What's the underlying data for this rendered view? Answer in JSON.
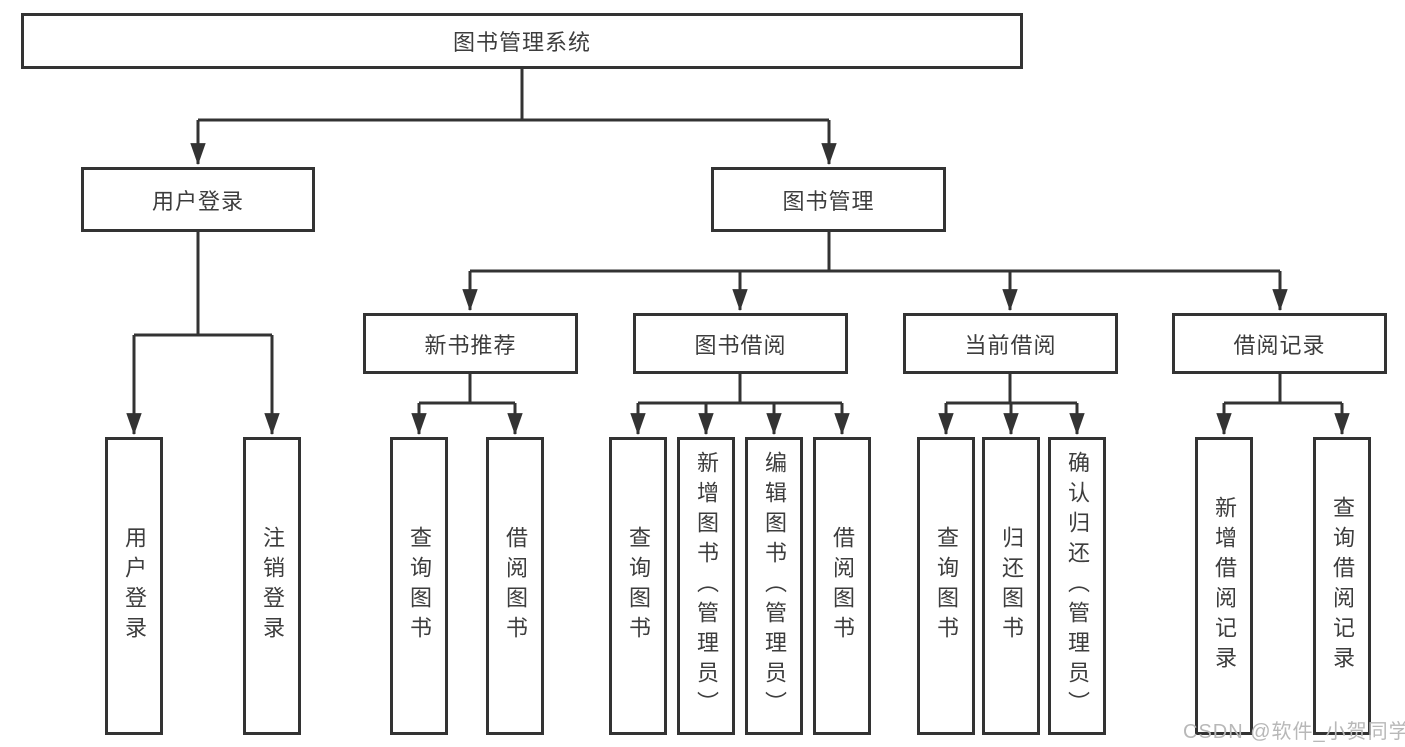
{
  "nodes": {
    "root": "图书管理系统",
    "user_login": "用户登录",
    "book_management": "图书管理",
    "new_book_recommend": "新书推荐",
    "book_borrowing": "图书借阅",
    "current_borrowing": "当前借阅",
    "borrowing_records": "借阅记录",
    "ul_user_login": "用户登录",
    "ul_logout": "注销登录",
    "nb_query_books": "查询图书",
    "nb_borrow_books": "借阅图书",
    "bb_query_books": "查询图书",
    "bb_add_books": "新增图书（管理员）",
    "bb_edit_books": "编辑图书（管理员）",
    "bb_borrow_books": "借阅图书",
    "cb_query_books": "查询图书",
    "cb_return_books": "归还图书",
    "cb_confirm_return": "确认归还（管理员）",
    "br_add_record": "新增借阅记录",
    "br_query_record": "查询借阅记录"
  },
  "watermark": "CSDN @软件_小贺同学",
  "colors": {
    "line": "#333333",
    "text": "#3d3d3d",
    "box_fill": "#ffffff",
    "background": "#ffffff",
    "watermark": "#b8b8b8"
  }
}
